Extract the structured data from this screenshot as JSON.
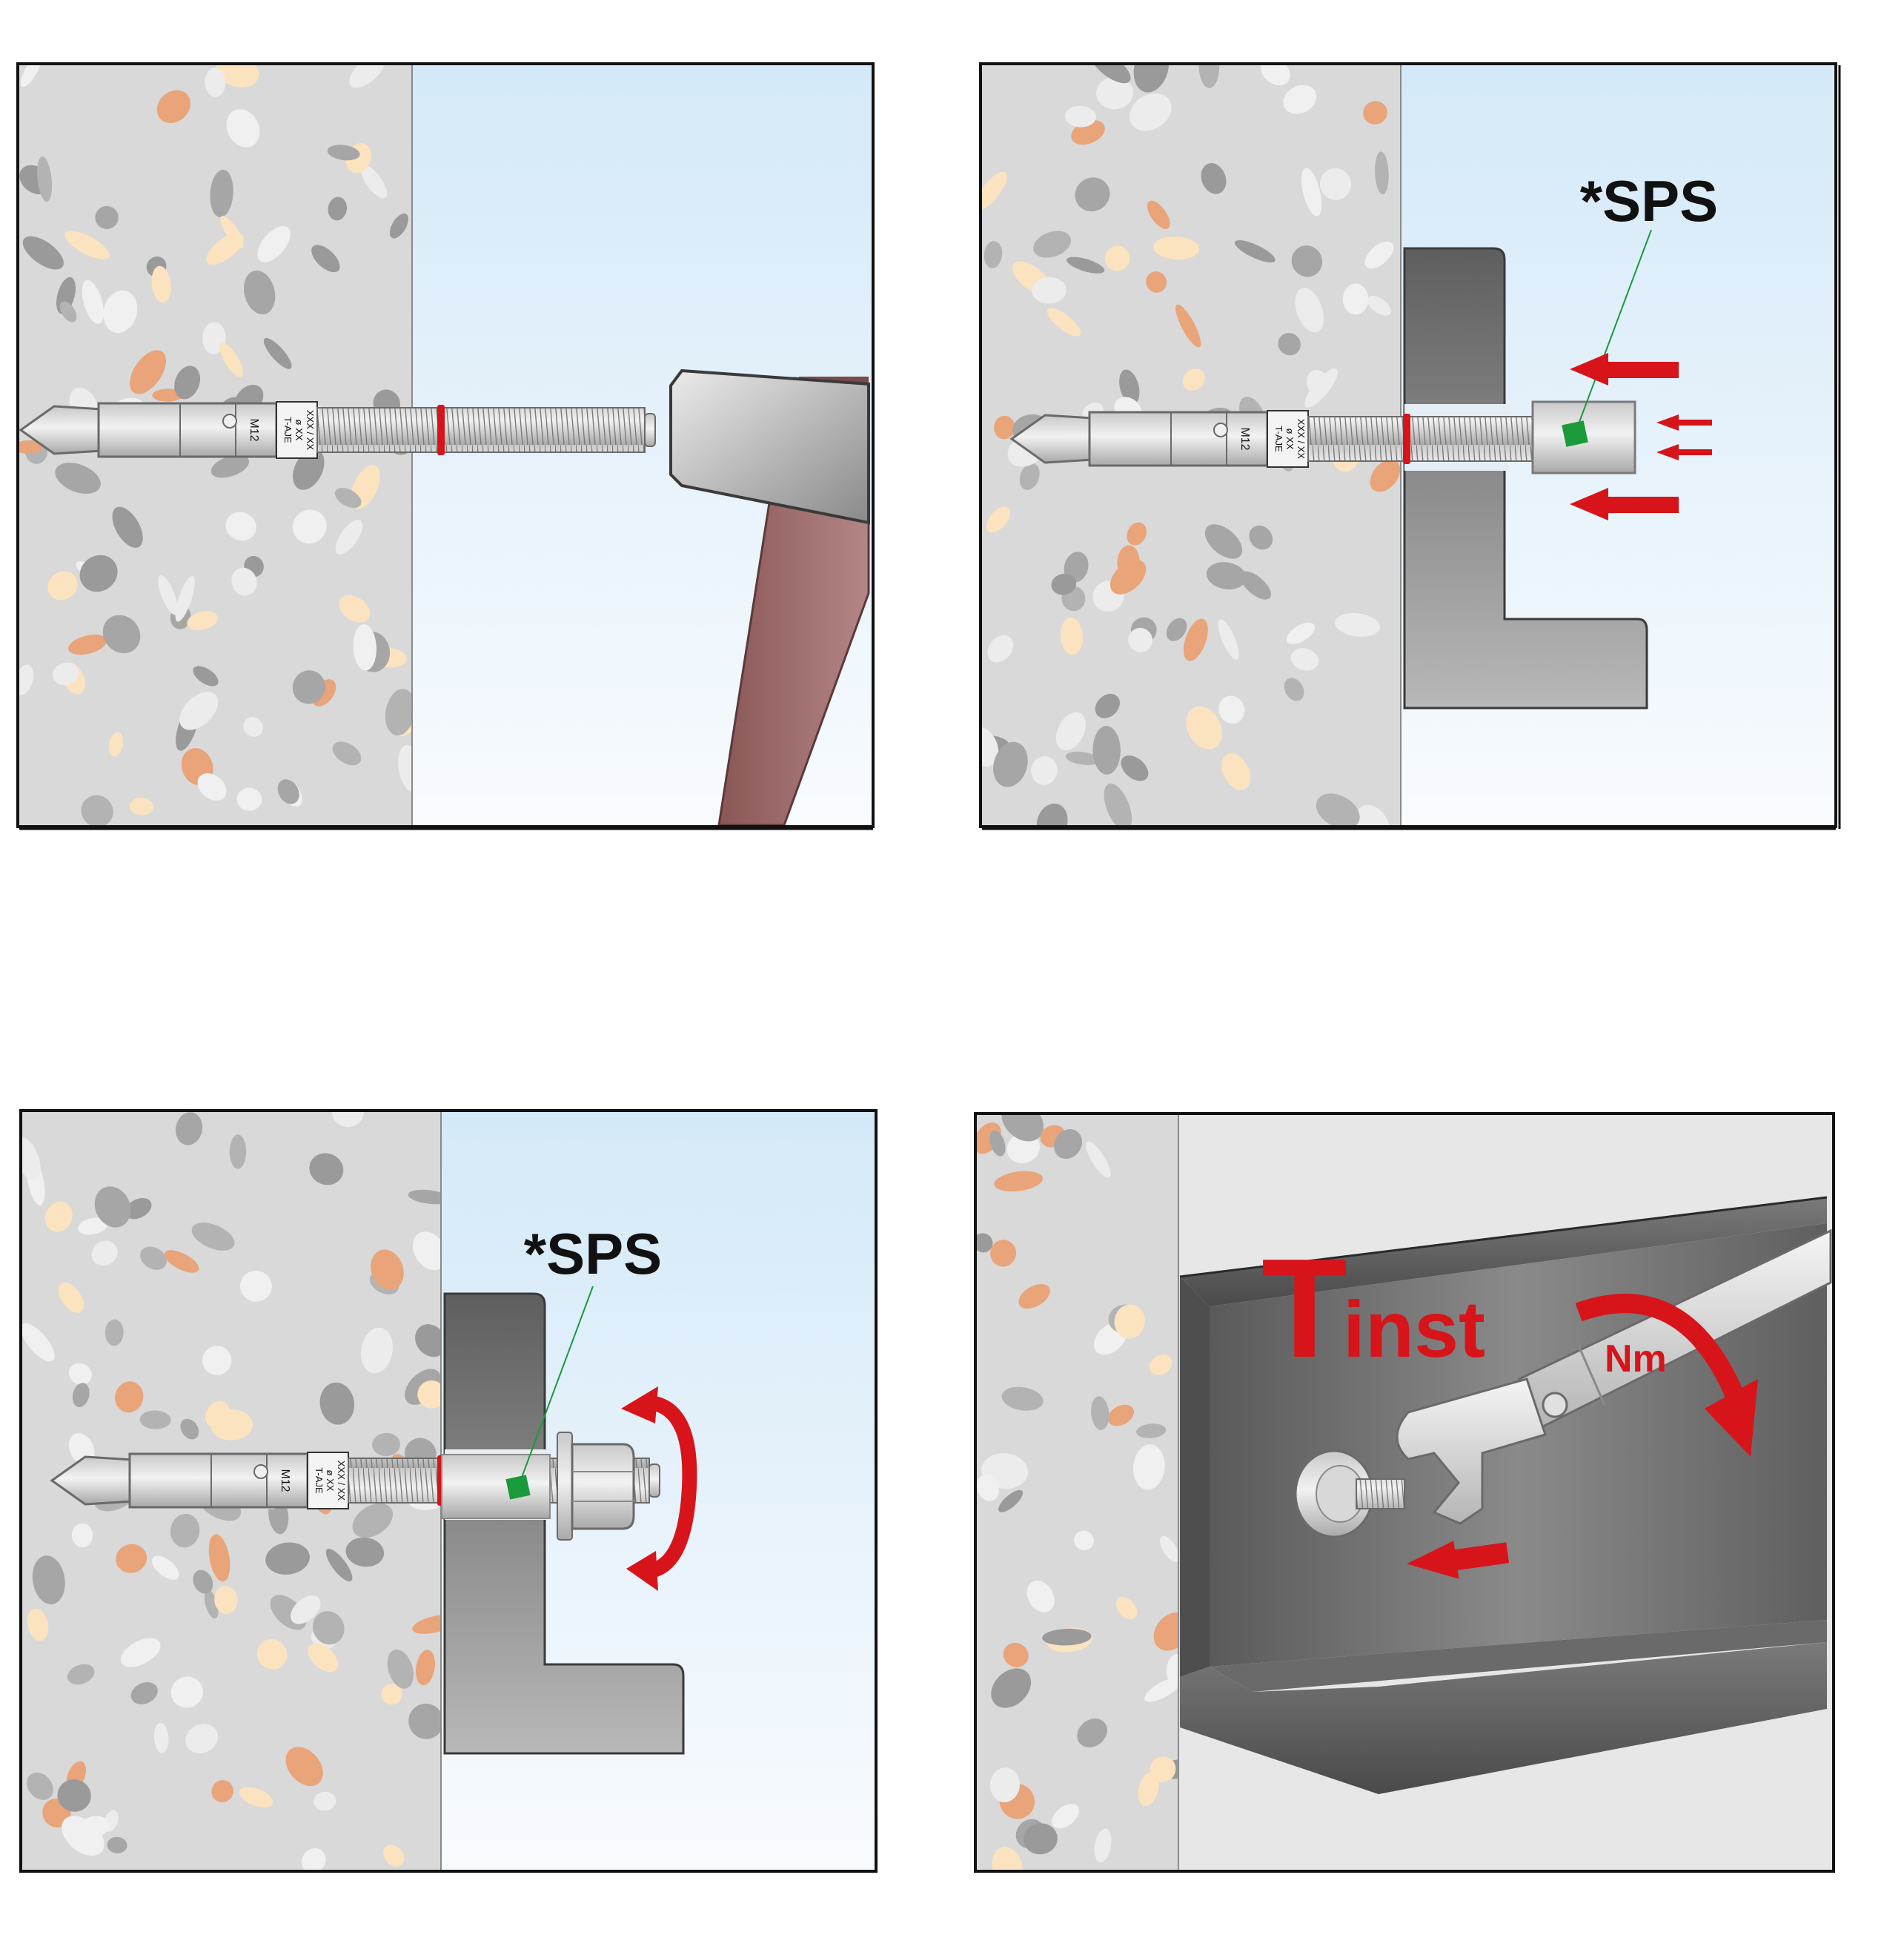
{
  "panels": [
    {
      "id": "step-1-hammer-in",
      "bolt": {
        "size_marking": "M12",
        "brand_marking": "T-AJE",
        "dia_marking": "ø XX",
        "length_marking": "XXX / XX"
      }
    },
    {
      "id": "step-2-setting-tool",
      "callout": "*SPS",
      "bolt": {
        "size_marking": "M12",
        "brand_marking": "T-AJE",
        "dia_marking": "ø XX",
        "length_marking": "XXX / XX"
      }
    },
    {
      "id": "step-3-rotate-nut",
      "callout": "*SPS",
      "bolt": {
        "size_marking": "M12",
        "brand_marking": "T-AJE",
        "dia_marking": "ø XX",
        "length_marking": "XXX / XX"
      }
    },
    {
      "id": "step-4-torque",
      "torque_symbol": "T",
      "torque_subscript": "inst",
      "torque_unit": "Nm"
    }
  ],
  "colors": {
    "concrete": "#d9d9d9",
    "aggregate_grey": "#9a9a9a",
    "aggregate_light": "#ececec",
    "aggregate_orange": "#e9a47a",
    "aggregate_cream": "#fbe3bf",
    "sky_top": "#d6eaf8",
    "sky_bottom": "#f7fbfe",
    "steel_dark": "#5a5a5a",
    "steel_light": "#bdbdbd",
    "arrow_red": "#d7141a",
    "marker_green": "#1a9a3a",
    "hammer_handle": "#9c6b6b"
  },
  "icons": [
    "hammer-icon",
    "setting-tool-icon",
    "rotate-arrow-icon",
    "torque-wrench-icon",
    "push-arrow-icon"
  ]
}
